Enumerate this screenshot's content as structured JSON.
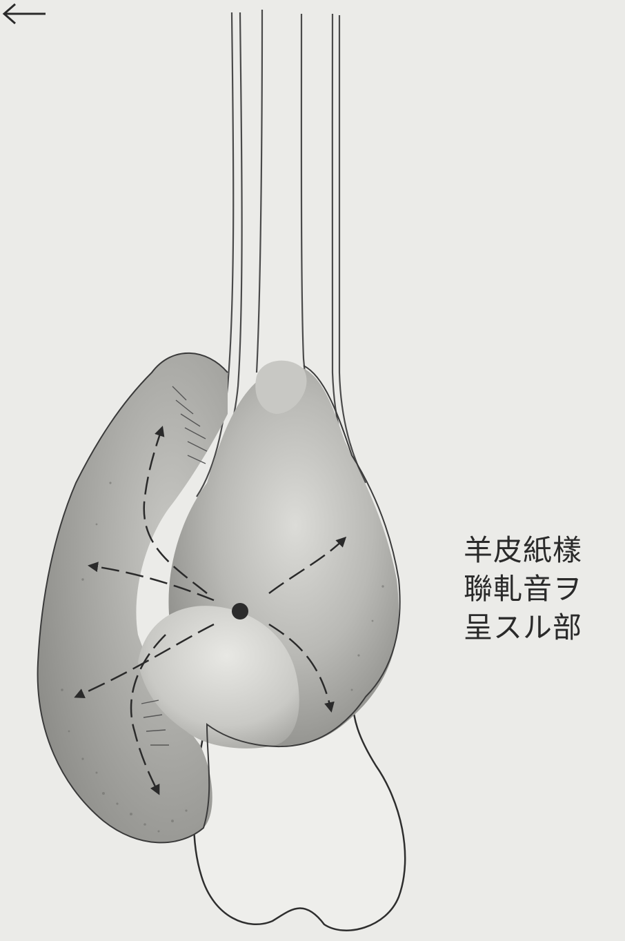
{
  "figure": {
    "caption_lines": [
      "羊皮紙樣",
      "聯軋音ヲ",
      "呈スル部"
    ],
    "arrow_icon": "left-arrow-icon",
    "colors": {
      "paper": "#ebebe8",
      "ink": "#2a2a2a",
      "shade_dark": "#8e8e8a",
      "shade_light": "#d8d8d4"
    }
  }
}
